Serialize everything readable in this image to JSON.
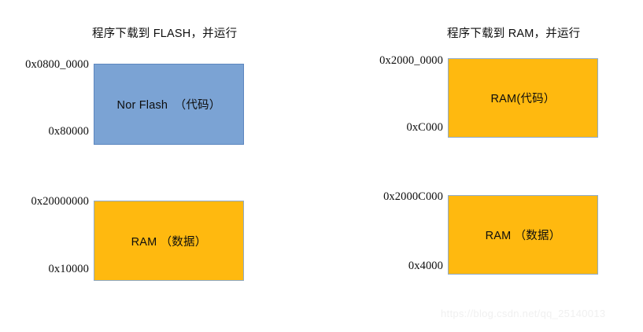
{
  "diagram": {
    "title_left": "程序下载到 FLASH，并运行",
    "title_right": "程序下载到 RAM，并运行",
    "columns": [
      {
        "id": "flash-scenario",
        "title": "程序下载到 FLASH，并运行",
        "blocks": [
          {
            "id": "nor-flash-code",
            "label": "Nor Flash  （代码）",
            "kind": "flash",
            "fill": "#7ba3d4",
            "border": "#5c86bf",
            "addr_top": "0x0800_0000",
            "addr_bottom": "0x80000"
          },
          {
            "id": "ram-data-left",
            "label": "RAM （数据）",
            "kind": "ram",
            "fill": "#ffb90f",
            "border": "#8faac8",
            "addr_top": "0x20000000",
            "addr_bottom": "0x10000"
          }
        ]
      },
      {
        "id": "ram-scenario",
        "title": "程序下载到 RAM，并运行",
        "blocks": [
          {
            "id": "ram-code-right",
            "label": "RAM(代码）",
            "kind": "ram",
            "fill": "#ffb90f",
            "border": "#8faac8",
            "addr_top": "0x2000_0000",
            "addr_bottom": "0xC000"
          },
          {
            "id": "ram-data-right",
            "label": "RAM （数据）",
            "kind": "ram",
            "fill": "#ffb90f",
            "border": "#8faac8",
            "addr_top": "0x2000C000",
            "addr_bottom": "0x4000"
          }
        ]
      }
    ]
  },
  "watermark": {
    "text": "https://blog.csdn.net/qq_25140013"
  }
}
